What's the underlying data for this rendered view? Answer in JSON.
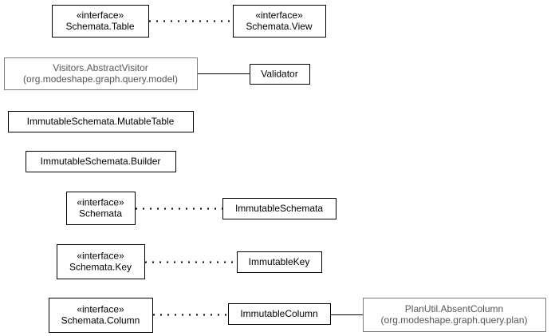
{
  "diagram": {
    "nodes": [
      {
        "id": "schemata-table",
        "lines": [
          "«interface»",
          "Schemata.Table"
        ],
        "style": "solid"
      },
      {
        "id": "schemata-view",
        "lines": [
          "«interface»",
          "Schemata.View"
        ],
        "style": "solid"
      },
      {
        "id": "abstract-visitor",
        "lines": [
          "Visitors.AbstractVisitor",
          "(org.modeshape.graph.query.model)"
        ],
        "style": "external"
      },
      {
        "id": "validator",
        "lines": [
          "Validator"
        ],
        "style": "solid"
      },
      {
        "id": "mutable-table",
        "lines": [
          "ImmutableSchemata.MutableTable"
        ],
        "style": "solid"
      },
      {
        "id": "builder",
        "lines": [
          "ImmutableSchemata.Builder"
        ],
        "style": "solid"
      },
      {
        "id": "schemata",
        "lines": [
          "«interface»",
          "Schemata"
        ],
        "style": "solid"
      },
      {
        "id": "immutable-schemata",
        "lines": [
          "ImmutableSchemata"
        ],
        "style": "solid"
      },
      {
        "id": "schemata-key",
        "lines": [
          "«interface»",
          "Schemata.Key"
        ],
        "style": "solid"
      },
      {
        "id": "immutable-key",
        "lines": [
          "ImmutableKey"
        ],
        "style": "solid"
      },
      {
        "id": "schemata-column",
        "lines": [
          "«interface»",
          "Schemata.Column"
        ],
        "style": "solid"
      },
      {
        "id": "immutable-column",
        "lines": [
          "ImmutableColumn"
        ],
        "style": "solid"
      },
      {
        "id": "absent-column",
        "lines": [
          "PlanUtil.AbsentColumn",
          "(org.modeshape.graph.query.plan)"
        ],
        "style": "external"
      }
    ],
    "edges": [
      {
        "from": "schemata-table",
        "to": "schemata-view",
        "type": "realization"
      },
      {
        "from": "abstract-visitor",
        "to": "validator",
        "type": "association"
      },
      {
        "from": "schemata",
        "to": "immutable-schemata",
        "type": "realization"
      },
      {
        "from": "schemata-key",
        "to": "immutable-key",
        "type": "realization"
      },
      {
        "from": "schemata-column",
        "to": "immutable-column",
        "type": "realization"
      },
      {
        "from": "immutable-column",
        "to": "absent-column",
        "type": "association"
      }
    ]
  }
}
